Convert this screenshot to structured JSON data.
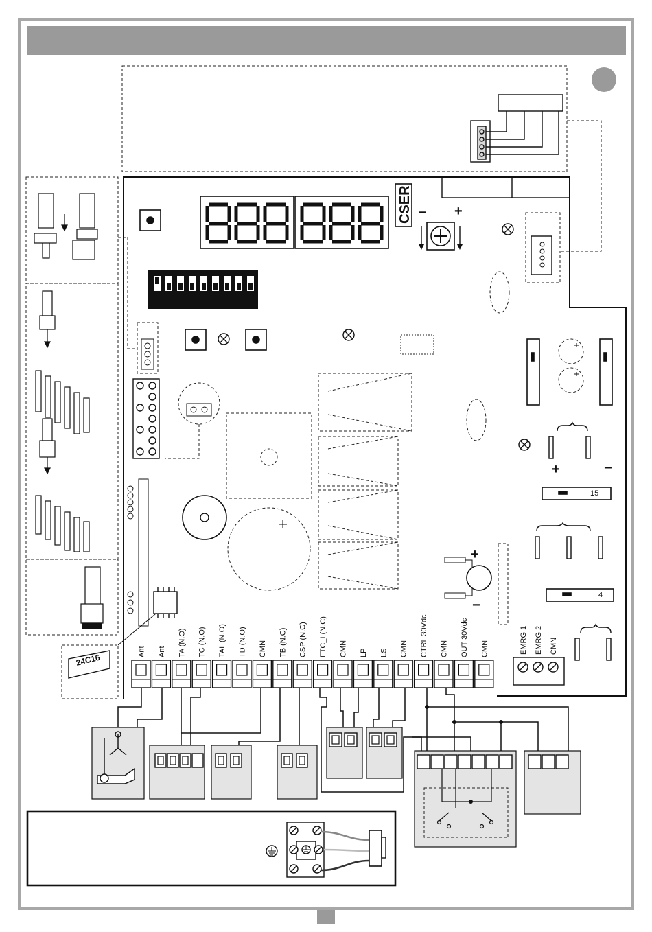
{
  "board": {
    "cser_label": "CSER",
    "trimmer_minus": "−",
    "trimmer_plus": "+",
    "cap_plus": "+",
    "cap_minus": "−",
    "motor_plus": "+",
    "motor_minus": "−",
    "fuse_label": "15",
    "fuse_label_small": "4",
    "eeprom_label": "24C16"
  },
  "terminals": [
    {
      "label": "Ant"
    },
    {
      "label": "Ant"
    },
    {
      "label": "TA (N.O)"
    },
    {
      "label": "TC (N.O)"
    },
    {
      "label": "TAL (N.O)"
    },
    {
      "label": "TD (N.O)"
    },
    {
      "label": "CMN"
    },
    {
      "label": "TB (N.C)"
    },
    {
      "label": "CSP (N.C)"
    },
    {
      "label": "FTC_I (N.C)"
    },
    {
      "label": "CMN"
    },
    {
      "label": "LP"
    },
    {
      "label": "LS"
    },
    {
      "label": "CMN"
    },
    {
      "label": "CTRL 30Vdc"
    },
    {
      "label": "CMN"
    },
    {
      "label": "OUT 30Vdc"
    },
    {
      "label": "CMN"
    }
  ],
  "emergency_terminals": [
    {
      "label": "EMRG 1"
    },
    {
      "label": "EMRG 2"
    },
    {
      "label": "CMN"
    }
  ],
  "colors": {
    "header_band": "#9a9a9a",
    "frame": "#a8a8a8",
    "panel_fill": "#e4e4e4",
    "line": "#111111"
  }
}
